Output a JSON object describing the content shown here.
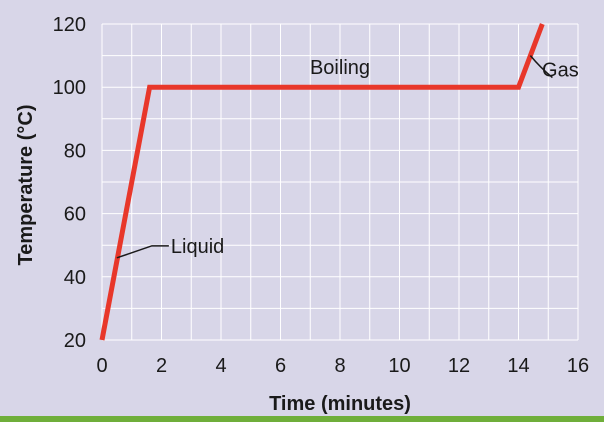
{
  "chart_data": {
    "type": "line",
    "title": "",
    "xlabel": "Time (minutes)",
    "ylabel": "Temperature (°C)",
    "xlim": [
      0,
      16
    ],
    "ylim": [
      20,
      120
    ],
    "xticks": [
      0,
      2,
      4,
      6,
      8,
      10,
      12,
      14,
      16
    ],
    "yticks": [
      20,
      40,
      60,
      80,
      100,
      120
    ],
    "grid": true,
    "series": [
      {
        "x": [
          0,
          1.6,
          14,
          14.8
        ],
        "y": [
          20,
          100,
          100,
          120
        ]
      }
    ],
    "annotations": [
      {
        "text": "Liquid",
        "x": 0.5,
        "y": 46
      },
      {
        "text": "Boiling",
        "x": 8,
        "y": 100
      },
      {
        "text": "Gas",
        "x": 14.4,
        "y": 110
      }
    ],
    "colors": {
      "line": "#e8372a",
      "grid": "#ffffff",
      "background": "#d8d6e8",
      "text": "#1a1a1a",
      "bottom_strip": "#6fae3a"
    }
  }
}
